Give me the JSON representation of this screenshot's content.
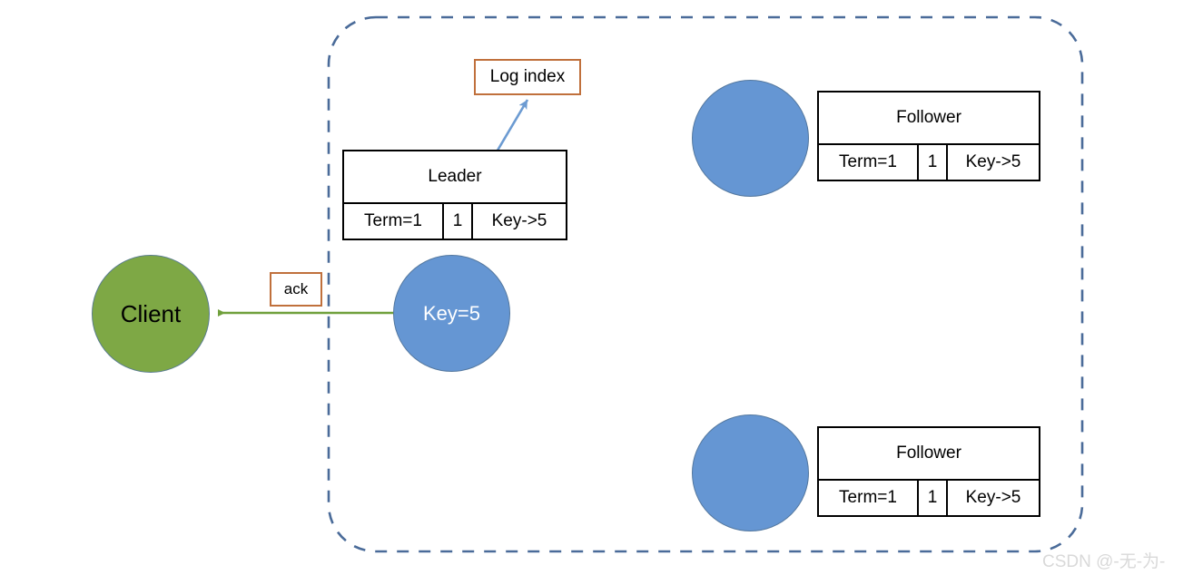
{
  "diagram": {
    "title_watermark": "CSDN @-无-为-",
    "colors": {
      "cluster_border": "#4a6b99",
      "node_blue": "#6596D3",
      "client_green": "#7EA845",
      "callout_orange": "#C0703C",
      "ack_arrow_green": "#70A03C",
      "log_arrow_blue": "#6C9BD2",
      "box_black": "#000000"
    },
    "cluster": {
      "name": "raft-cluster-boundary",
      "style": "dashed rounded rectangle"
    },
    "callouts": [
      {
        "id": "log-index",
        "label": "Log index"
      },
      {
        "id": "ack",
        "label": "ack"
      }
    ],
    "client": {
      "label": "Client"
    },
    "leader_circle": {
      "label": "Key=5"
    },
    "follower_circles": [
      {
        "label": ""
      },
      {
        "label": ""
      }
    ],
    "nodes": [
      {
        "id": "leader",
        "title": "Leader",
        "term": "Term=1",
        "index": "1",
        "entry": "Key->5"
      },
      {
        "id": "follower-top",
        "title": "Follower",
        "term": "Term=1",
        "index": "1",
        "entry": "Key->5"
      },
      {
        "id": "follower-bottom",
        "title": "Follower",
        "term": "Term=1",
        "index": "1",
        "entry": "Key->5"
      }
    ],
    "arrows": [
      {
        "id": "log-index-pointer",
        "from": "leader-log-index-cell",
        "to": "log-index-callout"
      },
      {
        "id": "ack-arrow",
        "from": "leader-circle",
        "to": "client-circle"
      }
    ]
  }
}
